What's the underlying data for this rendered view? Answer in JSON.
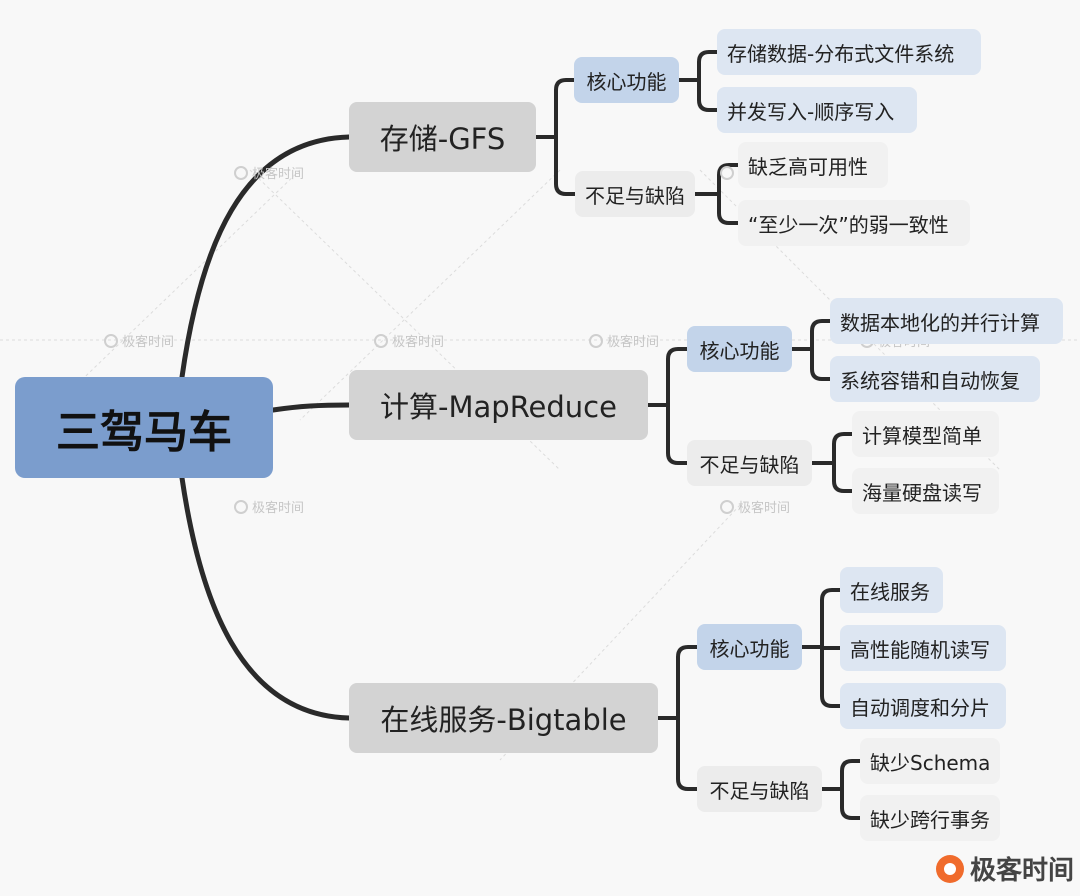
{
  "root": "三驾马车",
  "branches": [
    {
      "label": "存储-GFS",
      "core_label": "核心功能",
      "core_items": [
        "存储数据-分布式文件系统",
        "并发写入-顺序写入"
      ],
      "weak_label": "不足与缺陷",
      "weak_items": [
        "缺乏高可用性",
        "“至少一次”的弱一致性"
      ]
    },
    {
      "label": "计算-MapReduce",
      "core_label": "核心功能",
      "core_items": [
        "数据本地化的并行计算",
        "系统容错和自动恢复"
      ],
      "weak_label": "不足与缺陷",
      "weak_items": [
        "计算模型简单",
        "海量硬盘读写"
      ]
    },
    {
      "label": "在线服务-Bigtable",
      "core_label": "核心功能",
      "core_items": [
        "在线服务",
        "高性能随机读写",
        "自动调度和分片"
      ],
      "weak_label": "不足与缺陷",
      "weak_items": [
        "缺少Schema",
        "缺少跨行事务"
      ]
    }
  ],
  "watermark_text": "极客时间",
  "brand_text": "极客时间",
  "colors": {
    "root": "#7b9dcd",
    "branch": "#d3d3d3",
    "core_sub": "#c3d4ea",
    "weak_sub": "#ececec",
    "core_leaf": "#dde6f2",
    "weak_leaf": "#f1f1f1",
    "line": "#2a2a2a",
    "brand": "#f06b2c"
  }
}
